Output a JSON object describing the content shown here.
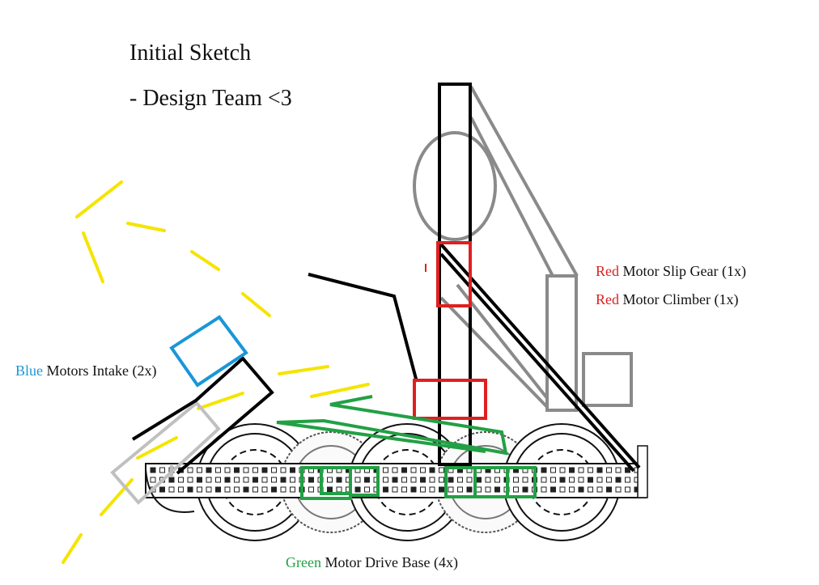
{
  "title": {
    "line1": "Initial Sketch",
    "line2": "- Design Team <3"
  },
  "labels": {
    "slip_gear": {
      "color_word": "Red",
      "rest": " Motor Slip Gear (1x)",
      "color": "#e01f1f"
    },
    "climber": {
      "color_word": "Red",
      "rest": " Motor Climber (1x)",
      "color": "#e01f1f"
    },
    "intake": {
      "color_word": "Blue",
      "rest": " Motors Intake (2x)",
      "color": "#1a96d8"
    },
    "drive": {
      "color_word": "Green",
      "rest": " Motor Drive Base (4x)",
      "color": "#22a045"
    }
  },
  "colors": {
    "red": "#e01f1f",
    "blue": "#1a96d8",
    "green": "#22a045",
    "yellow": "#f5e400",
    "gray": "#8a8a8a",
    "black": "#000000"
  }
}
